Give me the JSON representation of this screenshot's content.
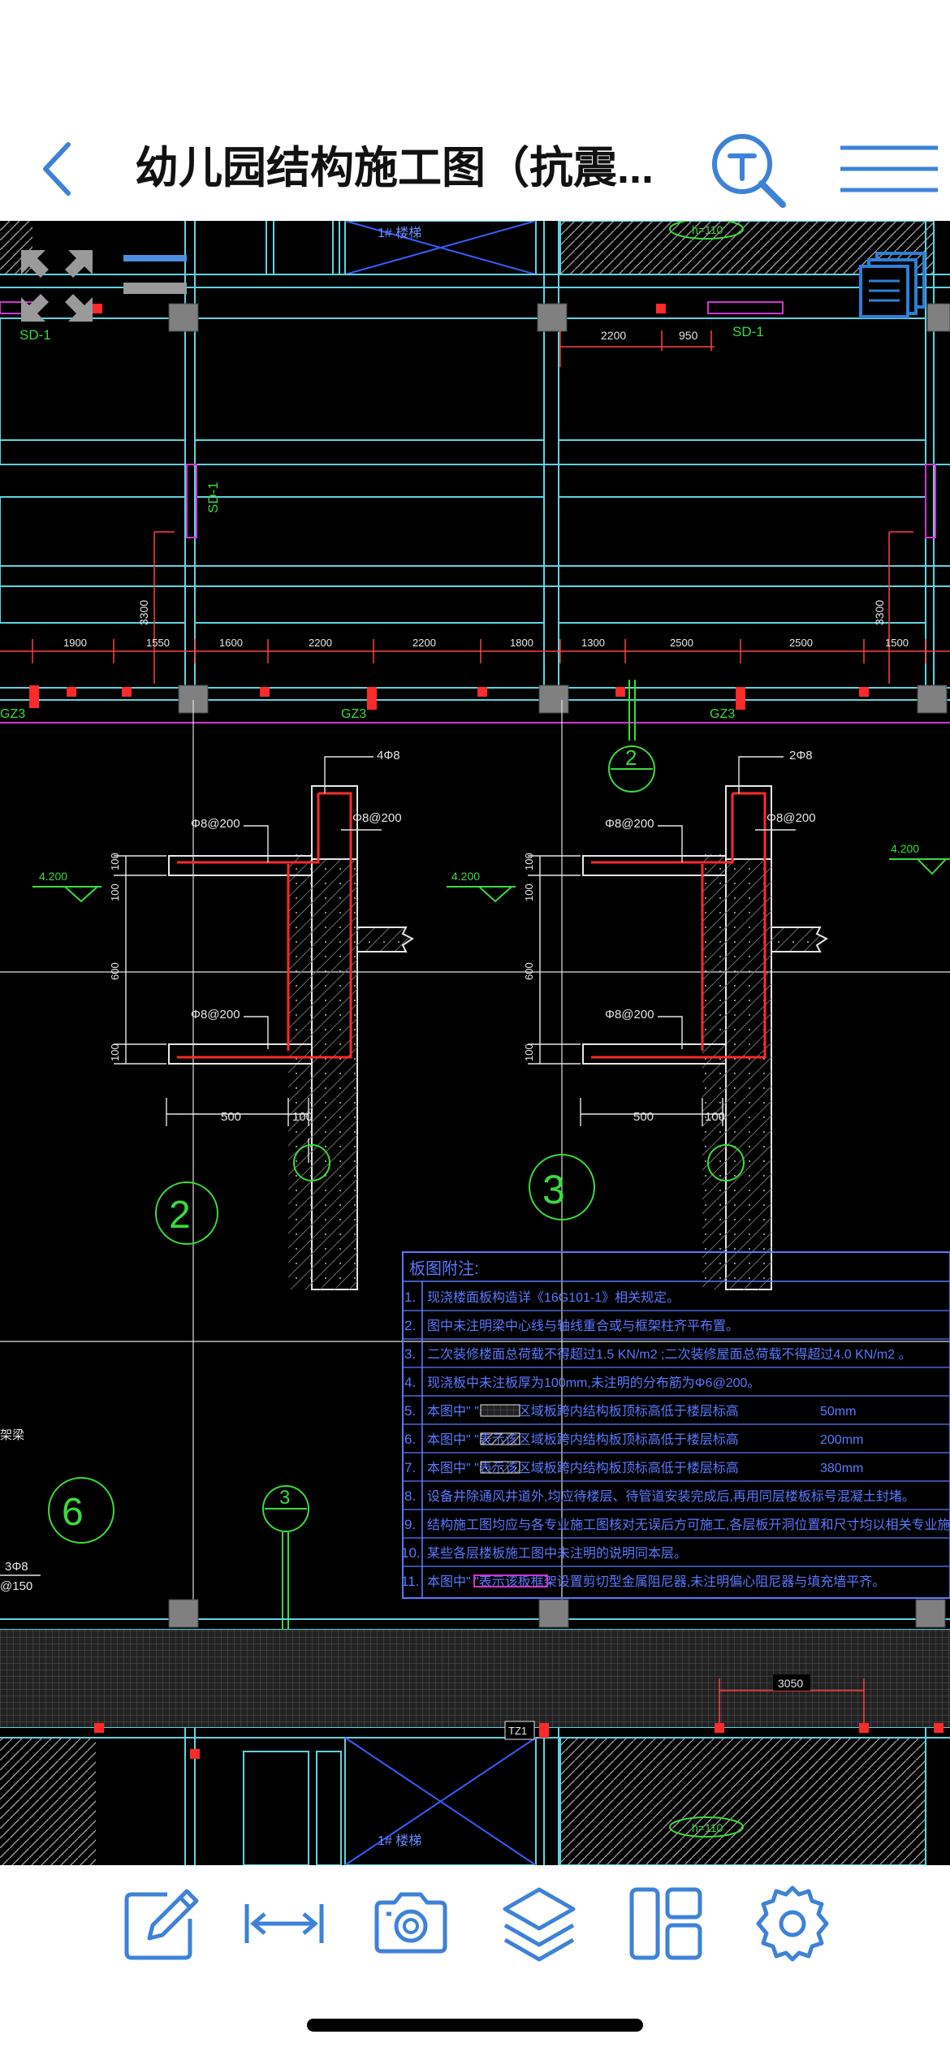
{
  "header": {
    "title": "幼儿园结构施工图（抗震...",
    "back_icon": "chevron-left-icon",
    "search_icon": "text-search-icon",
    "menu_icon": "hamburger-menu-icon"
  },
  "colors": {
    "accent": "#3e82d8",
    "canvas_bg": "#000000",
    "cad_cyan": "#5fd3e0",
    "cad_green": "#3adb3a",
    "cad_red": "#ff2a2a",
    "cad_magenta": "#d233d2",
    "cad_blue": "#5a78ff",
    "cad_white": "#e6e6e6"
  },
  "overlay_controls": {
    "fit_icon": "expand-fit-icon",
    "layer_toggle_icon": "layer-toggle-icon",
    "pages_icon": "stacked-pages-icon"
  },
  "drawing": {
    "stair_label_top": "1# 楼梯",
    "stair_label_bottom": "1# 楼梯",
    "h_top": "h=110",
    "h_bottom": "h=110",
    "sd_labels": [
      "SD-1",
      "SD-1",
      "SD-1"
    ],
    "gz_labels": [
      "GZ3",
      "GZ3",
      "GZ3"
    ],
    "dim_top": [
      "2200",
      "950"
    ],
    "dim_row": [
      "1900",
      "1550",
      "1600",
      "2200",
      "2200",
      "1800",
      "1300",
      "2500",
      "2500",
      "1500"
    ],
    "dim_vertical": [
      "3300",
      "3300"
    ],
    "dim_3050": "3050",
    "tz_label": "TZ1",
    "rebar_left": {
      "top": "4Φ8",
      "upper_left": "Φ8@200",
      "upper_right": "Φ8@200",
      "lower": "Φ8@200"
    },
    "rebar_right": {
      "top": "2Φ8",
      "upper_left": "Φ8@200",
      "upper_right": "Φ8@200",
      "lower": "Φ8@200"
    },
    "elevations": [
      "4.200",
      "4.200",
      "4.200"
    ],
    "section_dims_left": [
      "100",
      "100",
      "600",
      "100"
    ],
    "section_dims_right": [
      "100",
      "100",
      "600",
      "100"
    ],
    "width_dims": [
      "500",
      "100",
      "500",
      "100"
    ],
    "section_numbers": [
      "2",
      "3",
      "6",
      "2",
      "3"
    ],
    "left_fragments": [
      "3Φ8",
      "@150",
      "架梁"
    ],
    "notes_title": "板图附注:",
    "notes": [
      {
        "num": "1.",
        "text": "现浇楼面板构造详《16G101-1》相关规定。"
      },
      {
        "num": "2.",
        "text": "图中未注明梁中心线与轴线重合或与框架柱齐平布置。"
      },
      {
        "num": "3.",
        "text": "二次装修楼面总荷载不得超过1.5 KN/m2 ;二次装修屋面总荷载不得超过4.0 KN/m2 。"
      },
      {
        "num": "4.",
        "text": "现浇板中未注板厚为100mm,未注明的分布筋为Φ6@200。"
      },
      {
        "num": "5.",
        "text": "本图中\"      \"表示该区域板跨内结构板顶标高低于楼层标高",
        "value": "50mm"
      },
      {
        "num": "6.",
        "text": "本图中\"      \"表示该区域板跨内结构板顶标高低于楼层标高",
        "value": "200mm"
      },
      {
        "num": "7.",
        "text": "本图中\"      \"表示该区域板跨内结构板顶标高低于楼层标高",
        "value": "380mm"
      },
      {
        "num": "8.",
        "text": "设备井除通风井道外,均应待楼层、待管道安装完成后,再用同层楼板标号混凝土封堵。"
      },
      {
        "num": "9.",
        "text": "结构施工图均应与各专业施工图核对无误后方可施工,各层板开洞位置和尺寸均以相关专业施工图为准。"
      },
      {
        "num": "10.",
        "text": "某些各层楼板施工图中未注明的说明同本层。"
      },
      {
        "num": "11.",
        "text": "本图中\"      \"表示该板框架设置剪切型金属阻尼器,未注明偏心阻尼器与填充墙平齐。"
      }
    ]
  },
  "toolbar": {
    "items": [
      {
        "icon": "annotate-pencil-icon"
      },
      {
        "icon": "measure-distance-icon"
      },
      {
        "icon": "camera-icon"
      },
      {
        "icon": "layers-icon"
      },
      {
        "icon": "layout-panels-icon"
      },
      {
        "icon": "settings-gear-icon"
      }
    ]
  }
}
